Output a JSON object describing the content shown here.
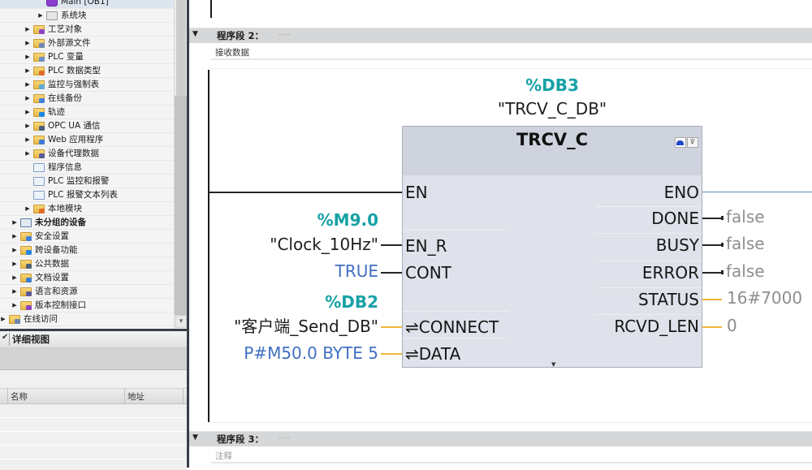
{
  "project_tree": {
    "items": [
      {
        "label": "Main [OB1]",
        "icon": "ob-block-icon",
        "level": 4,
        "expandable": false,
        "selected": true
      },
      {
        "label": "系统块",
        "icon": "system-block-icon",
        "level": 4,
        "expandable": true
      },
      {
        "label": "工艺对象",
        "icon": "technology-objects-icon",
        "level": 3,
        "expandable": true
      },
      {
        "label": "外部源文件",
        "icon": "external-sources-icon",
        "level": 3,
        "expandable": true
      },
      {
        "label": "PLC 变量",
        "icon": "plc-tags-icon",
        "level": 3,
        "expandable": true
      },
      {
        "label": "PLC 数据类型",
        "icon": "plc-data-types-icon",
        "level": 3,
        "expandable": true
      },
      {
        "label": "监控与强制表",
        "icon": "watch-force-tables-icon",
        "level": 3,
        "expandable": true
      },
      {
        "label": "在线备份",
        "icon": "online-backup-icon",
        "level": 3,
        "expandable": true
      },
      {
        "label": "轨迹",
        "icon": "traces-icon",
        "level": 3,
        "expandable": true
      },
      {
        "label": "OPC UA 通信",
        "icon": "opc-ua-icon",
        "level": 3,
        "expandable": true
      },
      {
        "label": "Web 应用程序",
        "icon": "web-app-icon",
        "level": 3,
        "expandable": true
      },
      {
        "label": "设备代理数据",
        "icon": "device-proxy-icon",
        "level": 3,
        "expandable": true
      },
      {
        "label": "程序信息",
        "icon": "program-info-icon",
        "level": 3,
        "expandable": false
      },
      {
        "label": "PLC 监控和报警",
        "icon": "plc-supervision-icon",
        "level": 3,
        "expandable": false
      },
      {
        "label": "PLC 报警文本列表",
        "icon": "plc-alarm-text-icon",
        "level": 3,
        "expandable": false
      },
      {
        "label": "本地模块",
        "icon": "local-modules-icon",
        "level": 3,
        "expandable": true
      },
      {
        "label": "未分组的设备",
        "icon": "ungrouped-devices-icon",
        "level": 2,
        "expandable": true,
        "bold": true
      },
      {
        "label": "安全设置",
        "icon": "security-settings-icon",
        "level": 2,
        "expandable": true
      },
      {
        "label": "跨设备功能",
        "icon": "cross-device-icon",
        "level": 2,
        "expandable": true
      },
      {
        "label": "公共数据",
        "icon": "common-data-icon",
        "level": 2,
        "expandable": true
      },
      {
        "label": "文档设置",
        "icon": "document-settings-icon",
        "level": 2,
        "expandable": true
      },
      {
        "label": "语言和资源",
        "icon": "languages-resources-icon",
        "level": 2,
        "expandable": true
      },
      {
        "label": "版本控制接口",
        "icon": "version-control-icon",
        "level": 2,
        "expandable": true
      },
      {
        "label": "在线访问",
        "icon": "online-access-icon",
        "level": 1,
        "expandable": true
      }
    ]
  },
  "detail_view": {
    "title": "详细视图",
    "columns": [
      "名称",
      "地址"
    ]
  },
  "networks": [
    {
      "title": "程序段 2：",
      "dots": ".....",
      "comment": "接收数据",
      "comment_is_placeholder": false
    },
    {
      "title": "程序段 3：",
      "dots": ".....",
      "comment": "注释",
      "comment_is_placeholder": true
    }
  ],
  "block": {
    "instance_address": "%DB3",
    "instance_name": "\"TRCV_C_DB\"",
    "type_name": "TRCV_C",
    "inputs": [
      {
        "pin": "EN",
        "address": "",
        "operand": "",
        "wire": "black"
      },
      {
        "pin": "EN_R",
        "address": "%M9.0",
        "operand": "\"Clock_10Hz\"",
        "operand_kind": "symbol",
        "wire": "black"
      },
      {
        "pin": "CONT",
        "address": "",
        "operand": "TRUE",
        "operand_kind": "constant",
        "wire": "black"
      },
      {
        "pin": "⇌CONNECT",
        "address": "%DB2",
        "operand": "\"客户端_Send_DB\"",
        "operand_kind": "symbol",
        "wire": "orange"
      },
      {
        "pin": "⇌DATA",
        "address": "",
        "operand": "P#M50.0 BYTE 5",
        "operand_kind": "constant",
        "wire": "orange"
      }
    ],
    "outputs": [
      {
        "pin": "ENO",
        "value": "",
        "wire": "teal"
      },
      {
        "pin": "DONE",
        "value": "false",
        "wire": "black"
      },
      {
        "pin": "BUSY",
        "value": "false",
        "wire": "black"
      },
      {
        "pin": "ERROR",
        "value": "false",
        "wire": "black"
      },
      {
        "pin": "STATUS",
        "value": "16#7000",
        "wire": "orange"
      },
      {
        "pin": "RCVD_LEN",
        "value": "0",
        "wire": "orange"
      }
    ]
  },
  "colors": {
    "address": "#17a1a6",
    "constant": "#3f6fc2",
    "monitor_value": "#8e8e8e",
    "bool_wire": "#262626",
    "data_wire": "#f2b63a",
    "eno_wire": "#5d8fa6",
    "block_fill": "#dfe2ea",
    "network_header": "#d5d7d8"
  }
}
